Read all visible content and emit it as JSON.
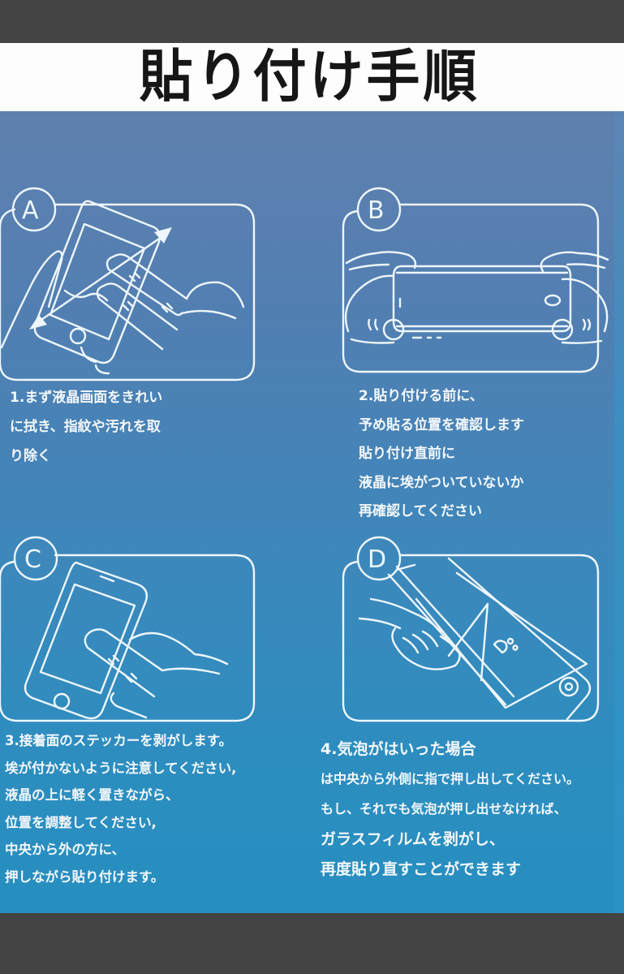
{
  "header": {
    "title": "貼り付け手順"
  },
  "colors": {
    "frame": "#444444",
    "title_band": "#fdfdfd",
    "title_text": "#161616",
    "panel_top": "#5f80ae",
    "panel_bottom": "#268fc0",
    "line_art": "#eef6fb"
  },
  "steps": [
    {
      "badge": "A",
      "illustration": "wipe-screen-icon",
      "lines": [
        "1.まず液晶画面をきれい",
        "に拭き、指紋や汚れを取",
        "り除く"
      ]
    },
    {
      "badge": "B",
      "illustration": "align-position-icon",
      "lines": [
        "2.貼り付ける前に、",
        "予め貼る位置を確認します",
        "貼り付け直前に",
        "液晶に埃がついていないか",
        "再確認してください"
      ]
    },
    {
      "badge": "C",
      "illustration": "press-film-icon",
      "lines": [
        "3.接着面のステッカーを剥がします。",
        "埃が付かないように注意してください,",
        "液晶の上に軽く置きながら、",
        "位置を調整してください,",
        "中央から外の方に、",
        "押しながら貼り付けます。"
      ]
    },
    {
      "badge": "D",
      "illustration": "remove-bubbles-icon",
      "lines": [
        "4.気泡がはいった場合",
        "は中央から外側に指で押し出してください。",
        "もし、それでも気泡が押し出せなければ、",
        "ガラスフィルムを剥がし、",
        "再度貼り直すことができます"
      ]
    }
  ]
}
